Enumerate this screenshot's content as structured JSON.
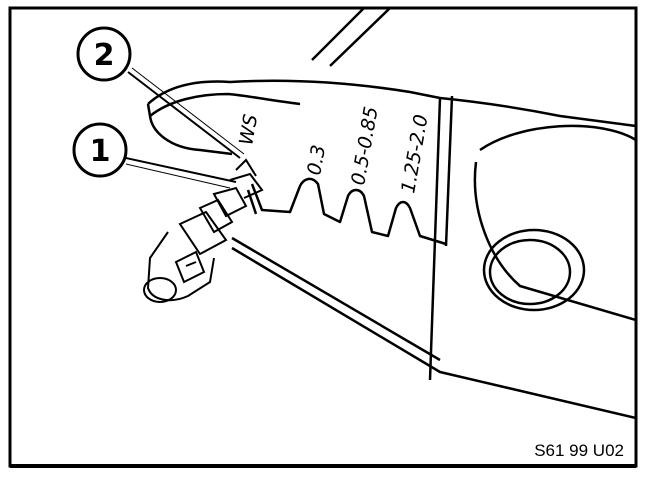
{
  "callouts": [
    {
      "number": "2"
    },
    {
      "number": "1"
    }
  ],
  "crimp_sizes": {
    "ws": "WS",
    "size_a": "0.3",
    "size_b": "0.5-0.85",
    "size_c": "1.25-2.0"
  },
  "reference_code": "S61 99 U02",
  "colors": {
    "line": "#000000",
    "background": "#ffffff"
  }
}
